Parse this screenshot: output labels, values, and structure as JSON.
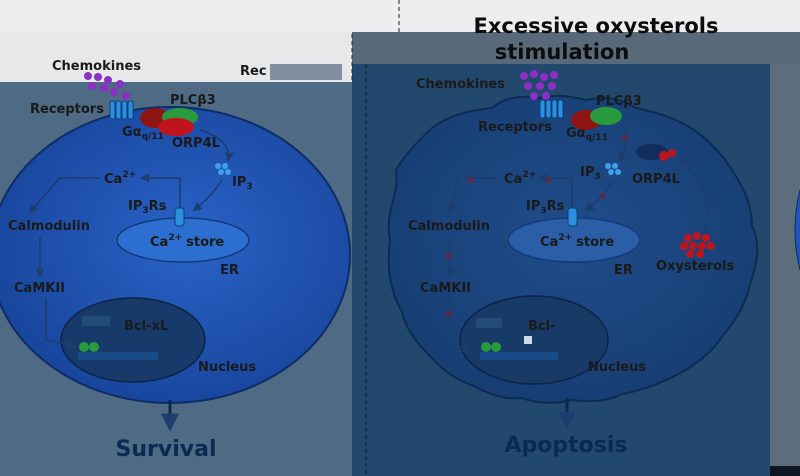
{
  "title": {
    "line1": "Excessive oxysterols",
    "line2": "stimulation"
  },
  "left_panel": {
    "chemokines": "Chemokines",
    "receptors": "Receptors",
    "plcb3": "PLCβ3",
    "galpha": "Gα",
    "galpha_sub": "q/11",
    "orp4l": "ORP4L",
    "ip3": "IP",
    "ip3_sub": "3",
    "ca2": "Ca",
    "ca2_sup": "2+",
    "ip3rs": "IP",
    "ip3rs_sub": "3",
    "ip3rs_suffix": "Rs",
    "store_prefix": "Ca",
    "store_sup": "2+",
    "store_suffix": "store",
    "er": "ER",
    "calmodulin": "Calmodulin",
    "camkii": "CaMKII",
    "bcl": "Bcl-xL",
    "nucleus": "Nucleus",
    "outcome": "Survival",
    "receptors_top": "Rec"
  },
  "right_panel": {
    "chemokines": "Chemokines",
    "receptors": "Receptors",
    "plcb3": "PLCβ3",
    "galpha": "Gα",
    "galpha_sub": "q/11",
    "orp4l": "ORP4L",
    "ip3": "IP",
    "ip3_sub": "3",
    "ca2": "Ca",
    "ca2_sup": "2+",
    "ip3rs": "IP",
    "ip3rs_sub": "3",
    "ip3rs_suffix": "Rs",
    "store_prefix": "Ca",
    "store_sup": "2+",
    "store_suffix": "store",
    "er": "ER",
    "calmodulin": "Calmodulin",
    "camkii": "CaMKII",
    "oxysterols": "Oxysterols",
    "bcl": "Bcl-",
    "nucleus": "Nucleus",
    "outcome": "Apoptosis"
  },
  "colors": {
    "cell": "#1f56b8",
    "cell_dark": "#163e86",
    "er": "#2c6fd1",
    "nucleus": "#163a6b",
    "receptor": "#2b8fe0",
    "red": "#c0141c",
    "green": "#2a9b3c",
    "purple": "#8b2fc6",
    "outcome": "#0b2a52"
  }
}
